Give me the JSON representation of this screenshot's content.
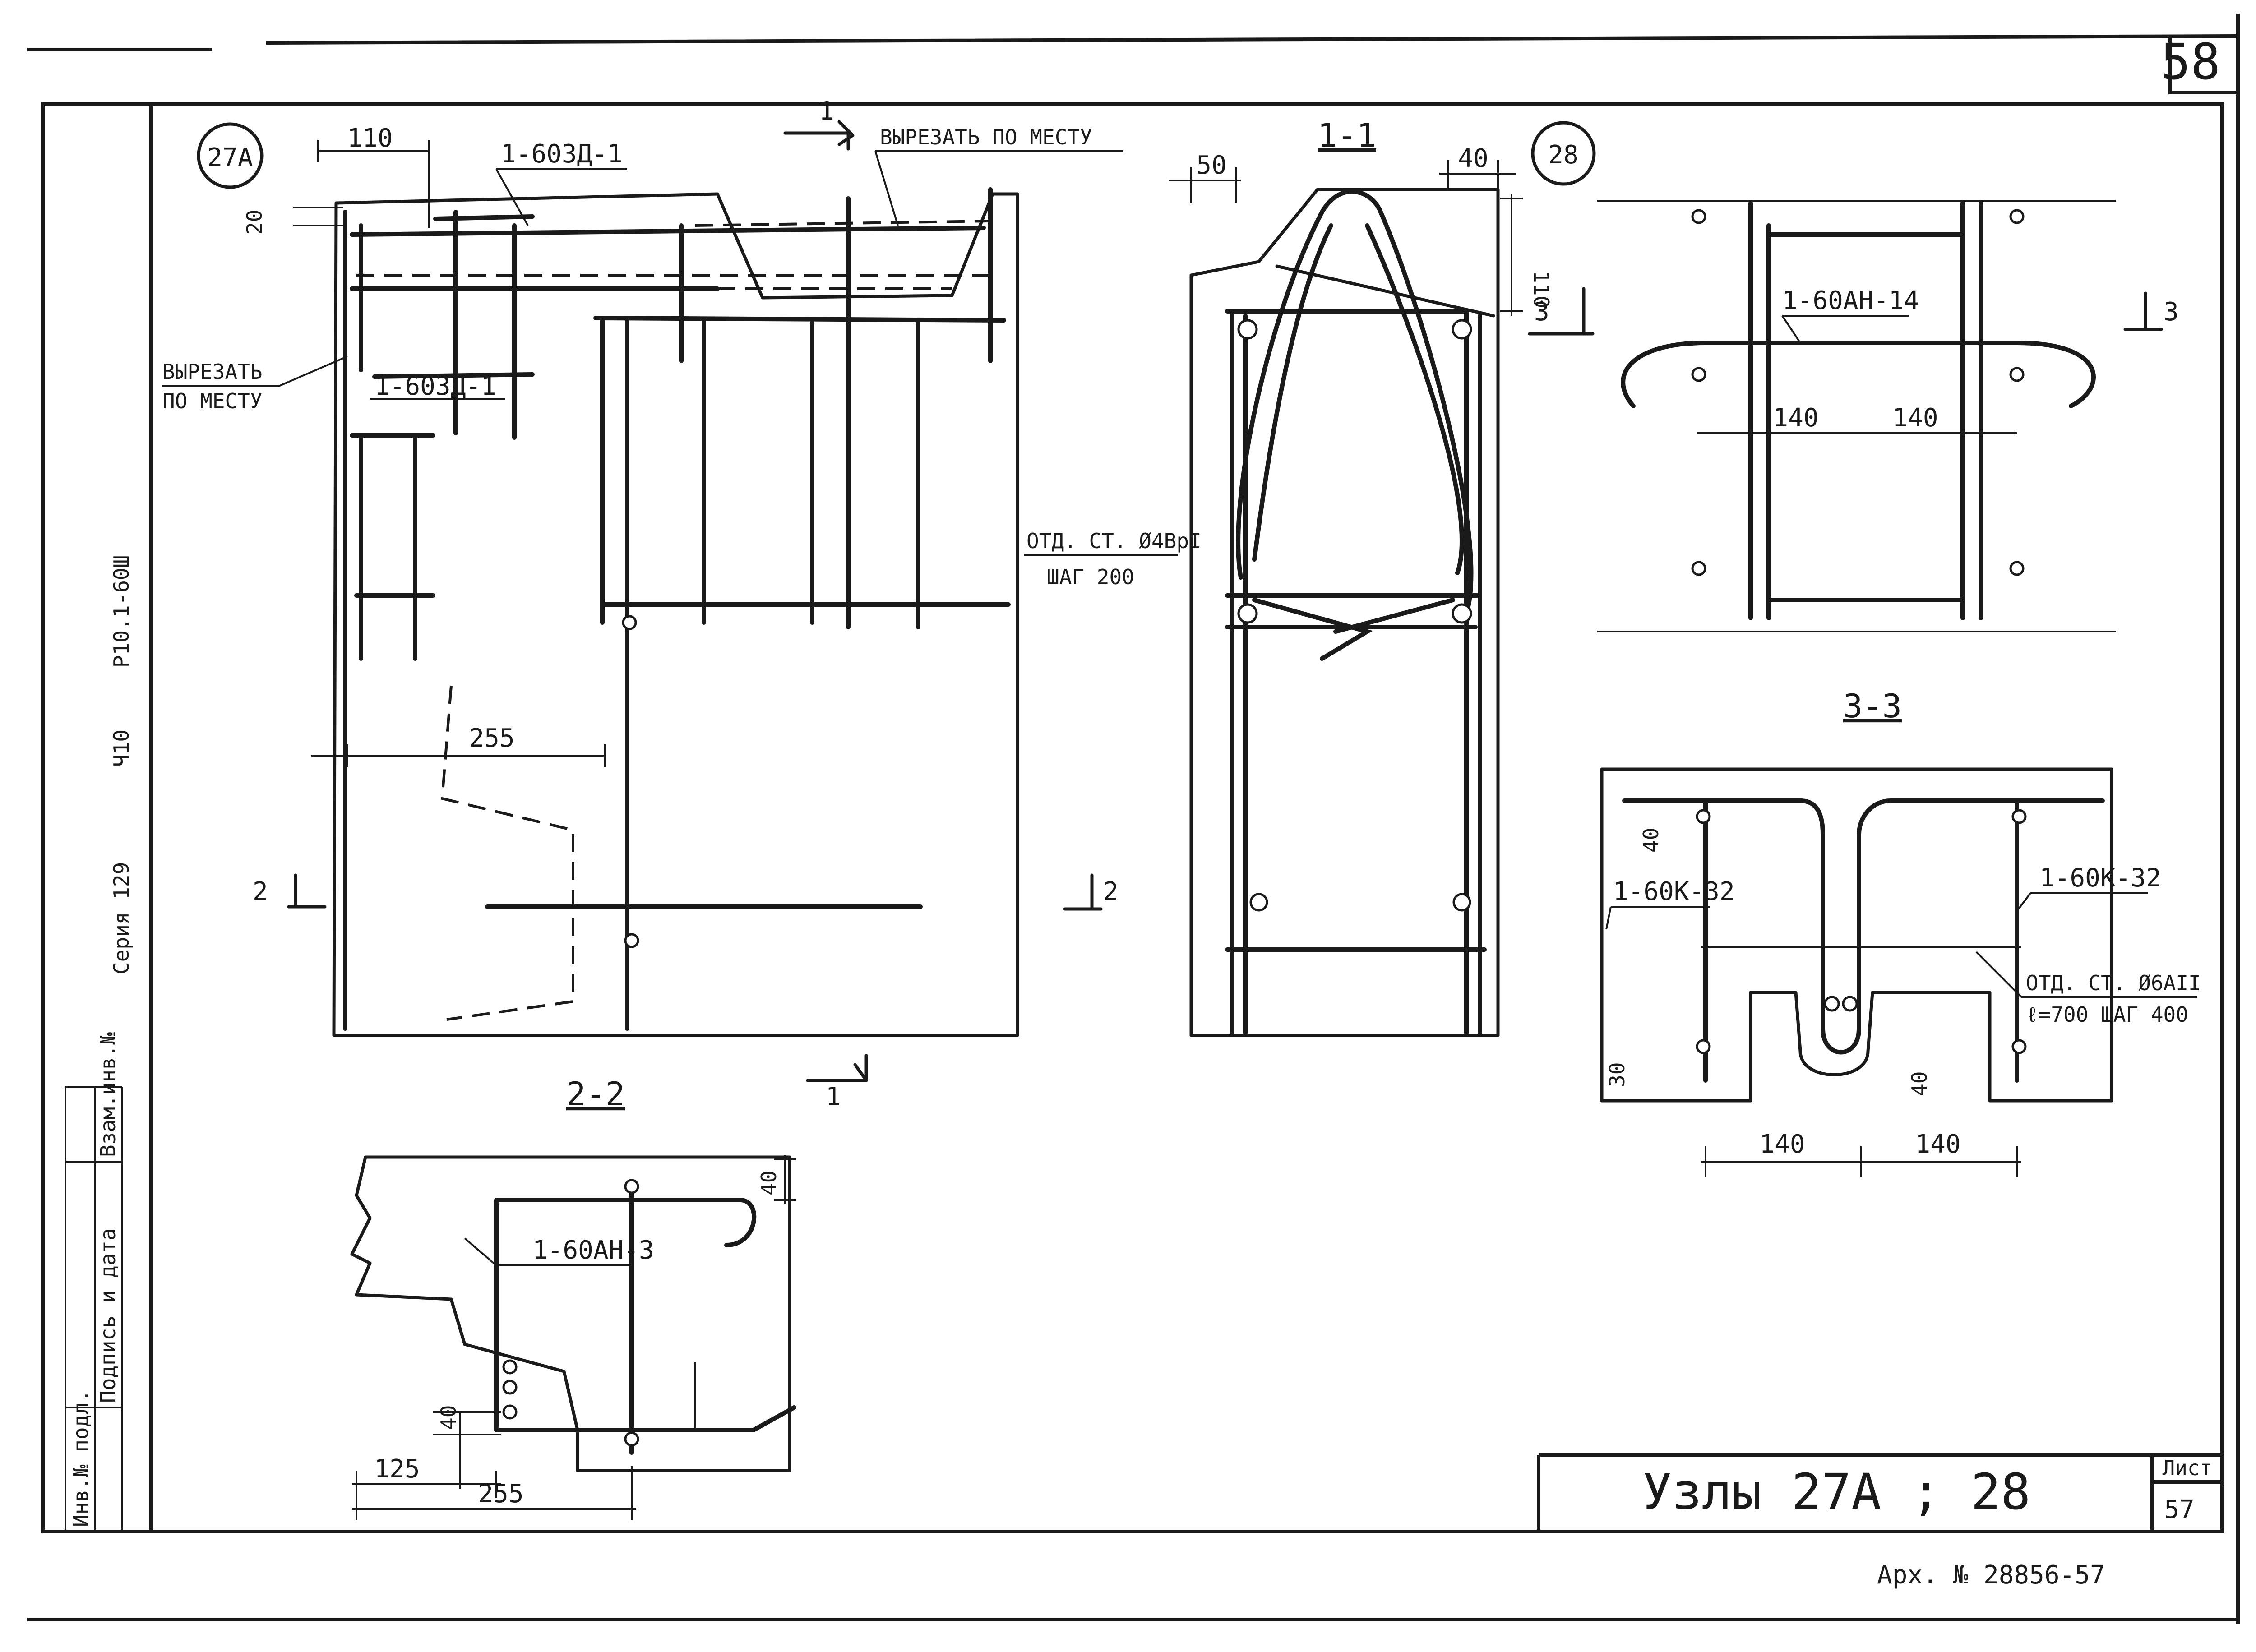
{
  "sheet": {
    "page_number_top": "58",
    "sheet_label": "Лист",
    "sheet_number": "57",
    "title": "Узлы 27А ; 28",
    "archive_number": "Арх. № 28856-57",
    "side_series": "Серия 129",
    "side_issue": "Ч10",
    "side_code": "Р10.1-60Ш",
    "stamp_col1": "Инв.№ подл.",
    "stamp_col2": "Подпись и дата",
    "stamp_col3": "Взам.инв.№"
  },
  "node27a": {
    "badge": "27А",
    "dim_110": "110",
    "dim_20": "20",
    "dim_255": "255",
    "label_top": "1-60ЗД-1",
    "label_mid": "1-60ЗД-1",
    "cut_top": "ВЫРЕЗАТЬ ПО МЕСТУ",
    "cut_left_1": "ВЫРЕЗАТЬ",
    "cut_left_2": "ПО МЕСТУ",
    "rebar_1": "ОТД. СТ. Ø4ВрI",
    "rebar_2": "ШАГ 200",
    "marker_1_top": "1",
    "marker_1_bottom": "1",
    "marker_2_left": "2",
    "marker_2_right": "2"
  },
  "section11": {
    "title": "1-1",
    "dim_50": "50",
    "dim_40": "40",
    "dim_side": "110"
  },
  "node28": {
    "badge": "28",
    "label_top": "1-60АН-14",
    "dim_140_left": "140",
    "dim_140_right": "140",
    "marker_3_left": "3",
    "marker_3_right": "3"
  },
  "section33": {
    "title": "3-3",
    "dim_40": "40",
    "dim_30": "30",
    "dim_40b": "40",
    "label_left": "1-60К-32",
    "label_right": "1-60К-32",
    "rebar_1": "ОТД. СТ. Ø6АII",
    "rebar_2": "ℓ=700  ШАГ 400",
    "dim_140_left": "140",
    "dim_140_right": "140"
  },
  "section22": {
    "title": "2-2",
    "label": "1-60АН-3",
    "dim_40_top": "40",
    "dim_40_bottom": "40",
    "dim_125": "125",
    "dim_255": "255"
  }
}
